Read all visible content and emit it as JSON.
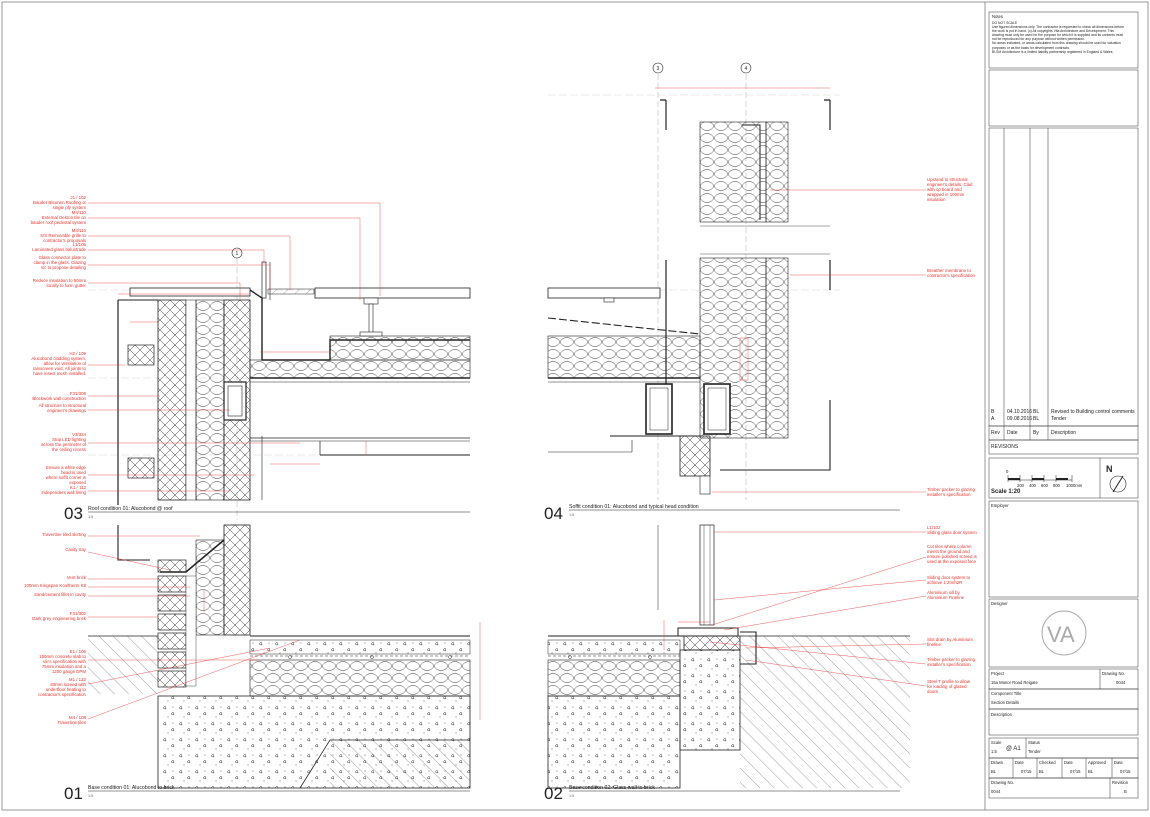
{
  "drawing": {
    "detail_03": {
      "number": "03",
      "title": "Roof condition 01: Alucobond @ roof",
      "scale": "1:5",
      "gridline": "1",
      "notes": [
        "J1 / 102\nBauder Bitumen Roofing or\nsingle ply system",
        "M4/110\nExternal Dekton tile on\nbauder roof pedestal system",
        "M4/110\nS/S Removable grille to\ncontractor's proposals",
        "L1/106\nLaminated glass balustrade",
        "Glass connector plate to\nclamp in the glass. Glazing\ns/c to propose detailing",
        "Reduce insulation to 50mm\nlocally to form gutter",
        "H2 / 109\nAlucobond cladding system,\nallow for ventilation of\nrainscreen void. All joints to\nhave insect mesh installed.",
        "F31/308\nBlockwork wall construction",
        "All structure to structural\nengineer's drawings",
        "V3/324\nStrip LED lighting\nacross the perimeter of\nthe ceiling recess",
        "Ensure a white edge\nbead is used\nwhere soffit corner is\nexposed",
        "K1 / 112\nIndependent wall lining"
      ]
    },
    "detail_04": {
      "number": "04",
      "title": "Soffit condition 01: Alucobond and typical head condition",
      "scale": "1:5",
      "gridlines": [
        "3",
        "4"
      ],
      "notes": [
        "Upstand to structural\nengineer's details. Clad\nwith cp board and\nwrapped in 100mm\ninsulation",
        "Breather membrane to\ncontractor's specification",
        "Timber packer to glazing\ninstaller's specification"
      ]
    },
    "detail_01": {
      "number": "01",
      "title": "Base condition 01: Alucobond to brick",
      "scale": "1:5",
      "notes": [
        "Travertine tiled skirting",
        "Cavity tray",
        "Vent brick",
        "100mm Kingspan Kooltherm K8",
        "Sand/cement fillet in cavity",
        "F31/302\nDark grey engineering brick",
        "E1 / 106\n150mm concrete slab to\ns/e's specification with\n75mm insulation and a\n1200 gauge DPM",
        "M1 / 122\n80mm screed with\nunderfloor heating to\ncontractor's specification",
        "M4 / 108\nTravertine tiles"
      ]
    },
    "detail_02": {
      "number": "02",
      "title": "Base condition 02: Glass wall to brick",
      "scale": "1:5",
      "notes": [
        "L1/102\nSliding glass door system",
        "Cut tiles where column\nmeets the ground and\nensure polished screed is\nused at the exposed face",
        "Sliding door system to\nachieve 1:2m/h2R",
        "Aluminium sill by\nAluminium Fineline",
        "Slot drain by Aluminium\nfineline",
        "Timber packer to glazing\ninstaller's specification",
        "Steel T profile to allow\nfor loading of glazed\ndoors"
      ]
    }
  },
  "title_block": {
    "notes_heading": "Notes",
    "notes_text": "DO NOT SCALE\nUse figured dimensions only. The contractor is requested to check all dimensions before\nthe work is put in hand. (c) All copyrights Vita Architecture and Development. This\ndrawing must only be used for the purpose for which it is supplied and its contents must\nnot be reproduced for any purpose without written permission.\nNo areas indicated, or areas calculated from this drawing should be used for valuation\npurposes or as the basis for development contracts.\nBLSM Architecture is a limited liability partnership registered in England & Wales.",
    "revisions": [
      {
        "rev": "B",
        "date": "04.10.2016",
        "by": "BL",
        "description": "Revised to Building control comments"
      },
      {
        "rev": "A",
        "date": "09.08.2016",
        "by": "BL",
        "description": "Tender"
      }
    ],
    "rev_headers": {
      "rev": "Rev",
      "date": "Date",
      "by": "By",
      "description": "Description"
    },
    "revisions_label": "REVISIONS",
    "north": "N",
    "scale_ticks": [
      "0",
      "200",
      "400",
      "600",
      "800",
      "1000mm"
    ],
    "scale_label": "Scale 1:20",
    "employer_label": "Employer",
    "designer_label": "Designer",
    "logo_text": "VA",
    "project_label": "Project",
    "project_value": "15a Manor Road Reigate",
    "drawing_no_label": "Drawing No.",
    "drawing_no_value": "0044",
    "component_label": "Component Title",
    "component_value": "Section Details",
    "description_label": "Description",
    "scale_field_label": "Scale",
    "scale_field_value": "1:5",
    "sheet_value": "@ A1",
    "status_label": "Status",
    "status_value": "Tender",
    "drawn_label": "Drawn",
    "drawn_value": "BL",
    "date_label": "Date",
    "date_value": "07/15",
    "checked_label": "Checked",
    "checked_value": "BL",
    "approved_label": "Approved",
    "approved_value": "BL",
    "drawing_no2_label": "Drawing No.",
    "drawing_no2_value": "0044",
    "revision_label": "Revision",
    "revision_value": "B"
  }
}
